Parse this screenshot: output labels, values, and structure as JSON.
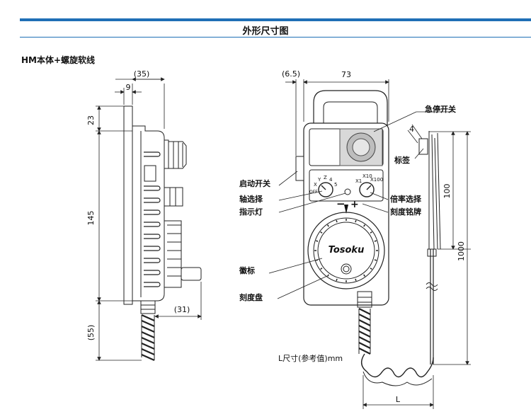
{
  "header": {
    "title": "外形尺寸图",
    "subtitle": "HM本体+螺旋软线"
  },
  "dims": {
    "d35": "(35)",
    "d9": "9",
    "d23": "23",
    "d145": "145",
    "d55": "(55)",
    "d31": "(31)",
    "d6_5": "(6.5)",
    "d73": "73",
    "d4": "4",
    "d100": "100",
    "d1000": "1000",
    "dL": "L"
  },
  "labels": {
    "estop": "急停开关",
    "tag": "标签",
    "start": "启动开关",
    "axis": "轴选择",
    "rate": "倍率选择",
    "indicator": "指示灯",
    "plate": "刻度铭牌",
    "emblem": "徽标",
    "dial": "刻度盘",
    "lnote": "L尺寸(参考值)mm"
  },
  "knobs": {
    "axis_marks": [
      "X",
      "Y",
      "Z",
      "4",
      "5",
      "OFF"
    ],
    "rate_marks": [
      "X1",
      "X10",
      "X100"
    ]
  },
  "dial": {
    "minus": "−",
    "plus": "+",
    "brand": "Tosoku"
  }
}
